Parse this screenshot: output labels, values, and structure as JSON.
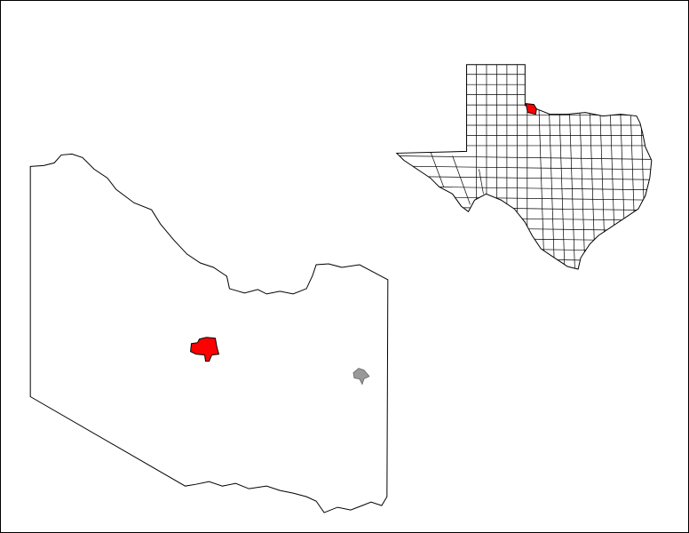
{
  "map": {
    "colors": {
      "highlight": "#ff0000",
      "other_place": "#999999",
      "outline": "#000000",
      "background": "#ffffff"
    },
    "layers": [
      "county-outline",
      "highlighted-city",
      "other-community",
      "texas-locator-inset",
      "highlighted-county"
    ]
  }
}
